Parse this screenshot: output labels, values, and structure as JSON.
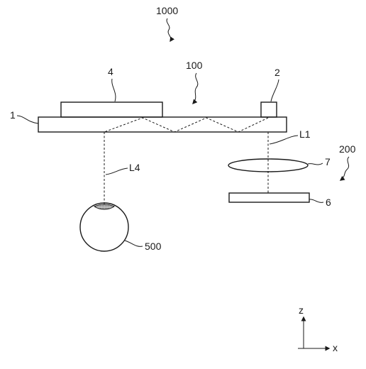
{
  "labels": {
    "system": "1000",
    "display_device": "100",
    "light_guide": "1",
    "light_source": "2",
    "component_4": "4",
    "device_200": "200",
    "lens": "7",
    "element_6": "6",
    "ray_l1": "L1",
    "ray_l4": "L4",
    "eye": "500",
    "axis_z": "z",
    "axis_x": "x"
  },
  "colors": {
    "line": "#1a1a1a",
    "pupil": "#9a9a9a"
  }
}
